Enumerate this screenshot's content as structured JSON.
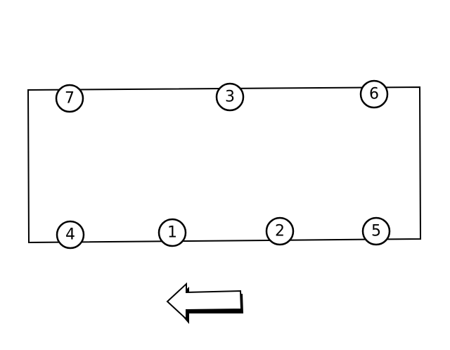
{
  "diagram": {
    "bolts": [
      {
        "id": "bolt-7",
        "label": "7"
      },
      {
        "id": "bolt-3",
        "label": "3"
      },
      {
        "id": "bolt-6",
        "label": "6"
      },
      {
        "id": "bolt-4",
        "label": "4"
      },
      {
        "id": "bolt-1",
        "label": "1"
      },
      {
        "id": "bolt-2",
        "label": "2"
      },
      {
        "id": "bolt-5",
        "label": "5"
      }
    ],
    "arrow": {
      "direction": "left"
    },
    "colors": {
      "line": "#000000",
      "background": "#ffffff"
    }
  }
}
